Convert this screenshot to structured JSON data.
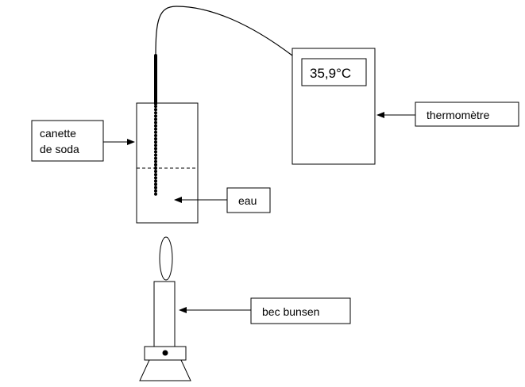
{
  "labels": {
    "can_line1": "canette",
    "can_line2": "de soda",
    "water": "eau",
    "thermometer": "thermomètre",
    "burner": "bec bunsen"
  },
  "thermometer_display": "35,9°C"
}
